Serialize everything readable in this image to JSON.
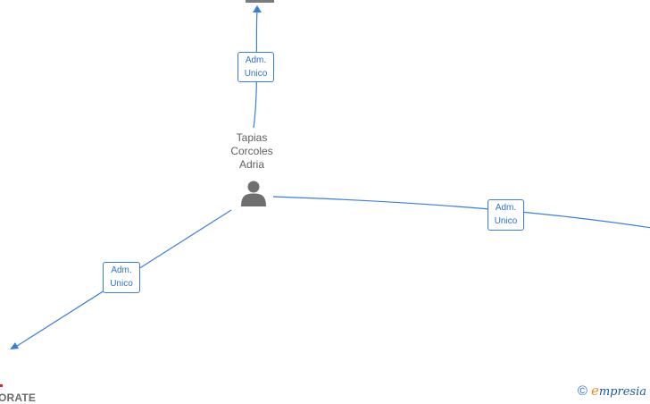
{
  "person": {
    "name_lines": [
      "Tapias",
      "Corcoles",
      "Adria"
    ],
    "icon": "person-icon"
  },
  "edges": [
    {
      "label_lines": [
        "Adm.",
        "Unico"
      ]
    },
    {
      "label_lines": [
        "Adm.",
        "Unico"
      ]
    },
    {
      "label_lines": [
        "Adm.",
        "Unico"
      ]
    }
  ],
  "corner_company": {
    "text": "ORATE"
  },
  "footer": {
    "copyright": "©",
    "brand_first": "e",
    "brand_rest": "mpresia"
  },
  "colors": {
    "edge": "#3b7dd8",
    "person_icon": "#6f6f6f",
    "brand_accent": "#f08a24",
    "brand_main": "#1f56a5"
  }
}
